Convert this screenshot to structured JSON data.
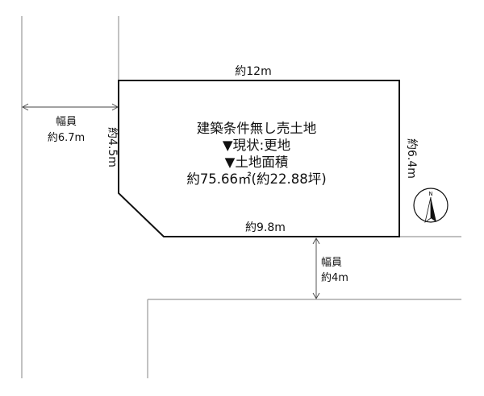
{
  "plot": {
    "top_side": "約12m",
    "right_side": "約6.4m",
    "left_side": "約4.5m",
    "bottom_side": "約9.8m"
  },
  "info": {
    "title": "建築条件無し売土地",
    "current_status": "▼現状:更地",
    "area_label": "▼土地面積",
    "area_value": "約75.66㎡(約22.88坪)"
  },
  "roads": {
    "west": {
      "label": "幅員",
      "width": "約6.7m"
    },
    "south": {
      "label": "幅員",
      "width": "約4m"
    }
  },
  "compass": {
    "north_label": "N"
  },
  "colors": {
    "road_line": "#9a9a9a",
    "lot_outline": "#111111"
  }
}
